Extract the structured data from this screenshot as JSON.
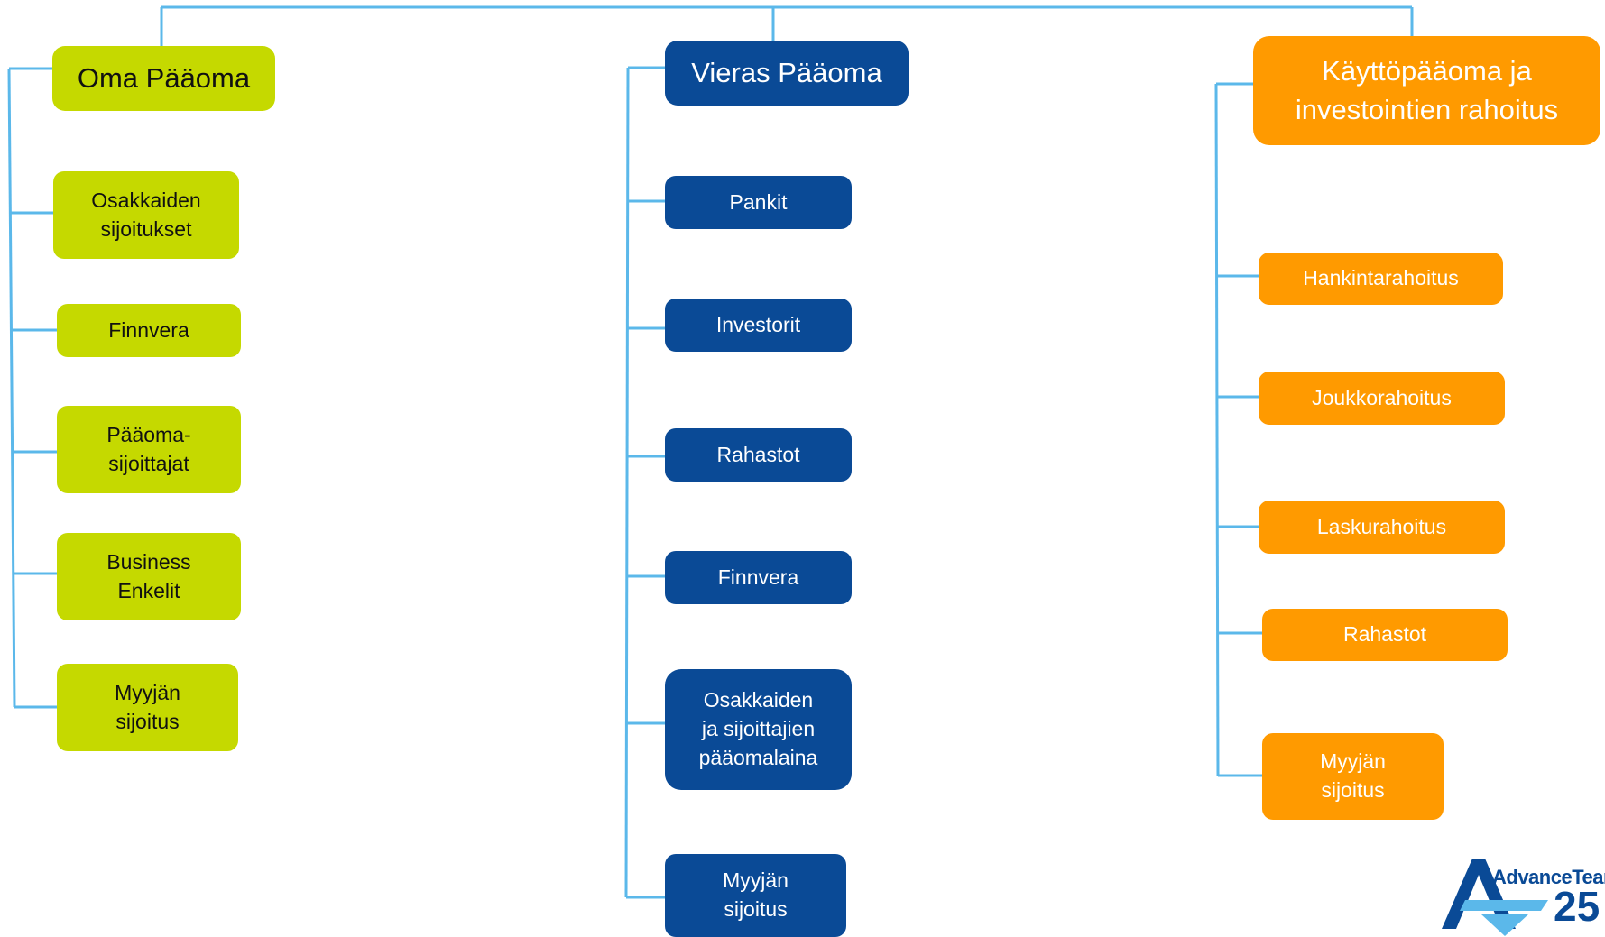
{
  "colors": {
    "connector": "#5bb8ea",
    "green": "#c5d900",
    "blue": "#0a4a96",
    "orange": "#ff9a00"
  },
  "columns": {
    "oma": {
      "title": "Oma Pääoma",
      "items": [
        "Osakkaiden\nsijoitukset",
        "Finnvera",
        "Pääoma-\nsijoittajat",
        "Business\nEnkelit",
        "Myyjän\nsijoitus"
      ]
    },
    "vieras": {
      "title": "Vieras Pääoma",
      "items": [
        "Pankit",
        "Investorit",
        "Rahastot",
        "Finnvera",
        "Osakkaiden\nja sijoittajien\npääomalaina",
        "Myyjän\nsijoitus"
      ]
    },
    "kayttopaaoma": {
      "title": "Käyttöpääoma ja\ninvestointien rahoitus",
      "items": [
        "Hankintarahoitus",
        "Joukkorahoitus",
        "Laskurahoitus",
        "Rahastot",
        "Myyjän\nsijoitus"
      ]
    }
  },
  "logo": {
    "text": "AdvanceTeam",
    "number": "25"
  }
}
